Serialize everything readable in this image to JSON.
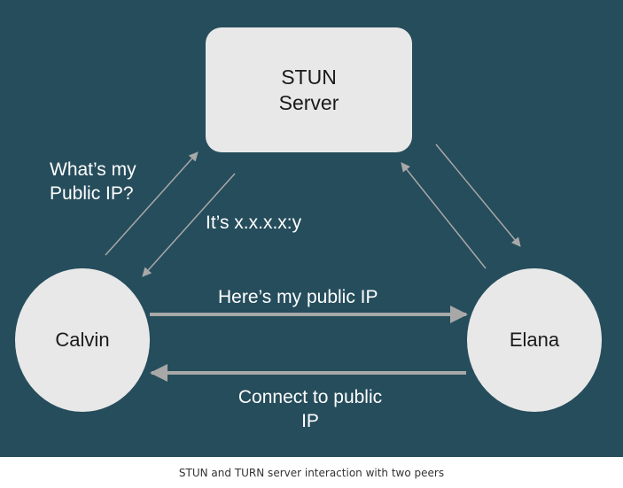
{
  "diagram": {
    "server_label": "STUN\nServer",
    "calvin_label": "Calvin",
    "elana_label": "Elana",
    "question_label": "What’s my\nPublic IP?",
    "answer_label": "It’s x.x.x.x:y",
    "send_label": "Here’s my public IP",
    "connect_label": "Connect to public\nIP",
    "colors": {
      "background": "#264d5c",
      "node": "#e8e8e8",
      "arrow": "#a8a8a8",
      "text": "#ffffff"
    }
  },
  "caption": "STUN and TURN server interaction with two peers"
}
